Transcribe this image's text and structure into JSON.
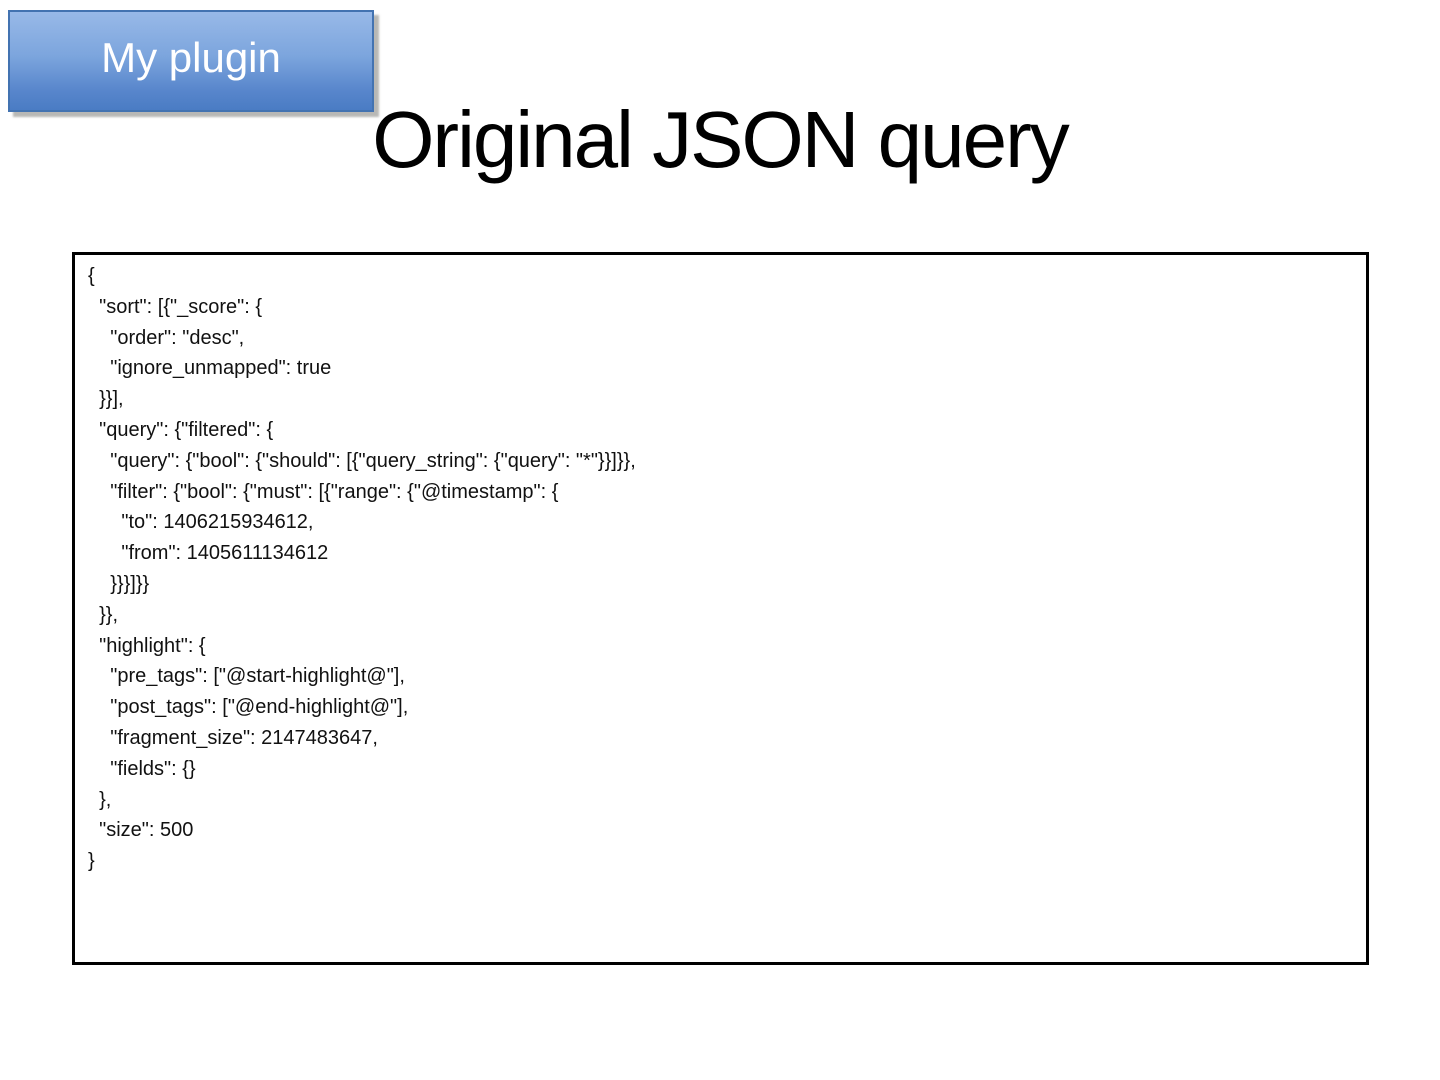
{
  "badge": {
    "label": "My plugin"
  },
  "title": "Original JSON query",
  "code": {
    "lines": [
      "{",
      "  \"sort\": [{\"_score\": {",
      "    \"order\": \"desc\",",
      "    \"ignore_unmapped\": true",
      "  }}],",
      "  \"query\": {\"filtered\": {",
      "    \"query\": {\"bool\": {\"should\": [{\"query_string\": {\"query\": \"*\"}}]}},",
      "    \"filter\": {\"bool\": {\"must\": [{\"range\": {\"@timestamp\": {",
      "      \"to\": 1406215934612,",
      "      \"from\": 1405611134612",
      "    }}}]}}",
      "  }},",
      "  \"highlight\": {",
      "    \"pre_tags\": [\"@start-highlight@\"],",
      "    \"post_tags\": [\"@end-highlight@\"],",
      "    \"fragment_size\": 2147483647,",
      "    \"fields\": {}",
      "  },",
      "  \"size\": 500",
      "}"
    ]
  },
  "colors": {
    "badge_gradient_top": "#98b9e8",
    "badge_gradient_bottom": "#4a7cc4",
    "badge_border": "#4373b1",
    "badge_text": "#ffffff",
    "title_text": "#000000",
    "code_box_border": "#000000",
    "code_text": "#111111",
    "background": "#ffffff"
  }
}
